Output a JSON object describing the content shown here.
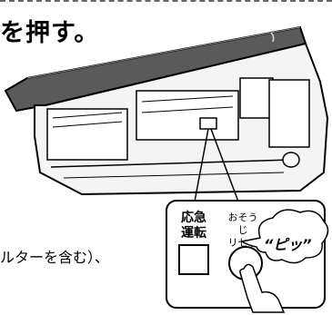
{
  "heading": "を押す。",
  "body_text": "ルターを含む）、",
  "callout": {
    "emergency_label_1": "応急",
    "emergency_label_2": "運転",
    "reset_label_1": "おそうじ",
    "reset_label_2": "リセット",
    "beep": "“ピッ”"
  }
}
